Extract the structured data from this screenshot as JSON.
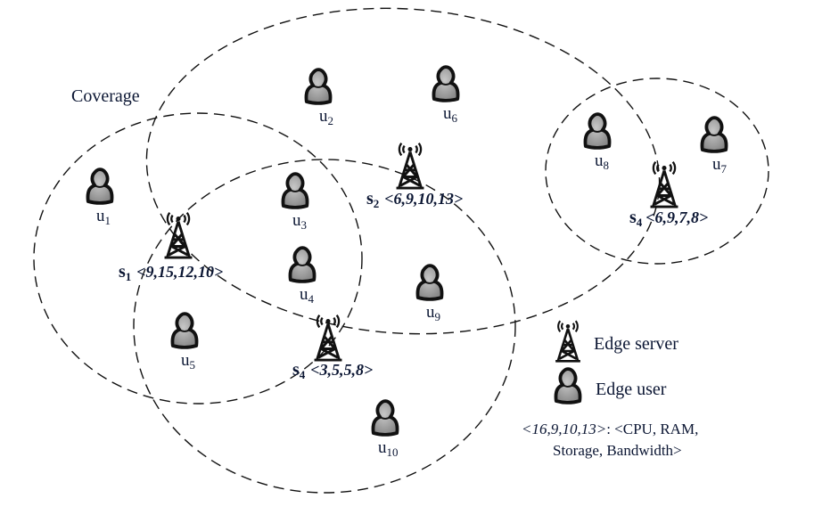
{
  "coverage_label": "Coverage",
  "users": [
    {
      "name": "u",
      "index": "1"
    },
    {
      "name": "u",
      "index": "2"
    },
    {
      "name": "u",
      "index": "3"
    },
    {
      "name": "u",
      "index": "4"
    },
    {
      "name": "u",
      "index": "5"
    },
    {
      "name": "u",
      "index": "6"
    },
    {
      "name": "u",
      "index": "7"
    },
    {
      "name": "u",
      "index": "8"
    },
    {
      "name": "u",
      "index": "9"
    },
    {
      "name": "u",
      "index": "10"
    }
  ],
  "servers": [
    {
      "name": "s",
      "index": "1",
      "resources": "<9,15,12,10>"
    },
    {
      "name": "s",
      "index": "2",
      "resources": "<6,9,10,13>"
    },
    {
      "name": "s",
      "index": "4",
      "resources": "<3,5,5,8>"
    },
    {
      "name": "s",
      "index": "4",
      "resources": "<6,9,7,8>"
    }
  ],
  "legend": {
    "server_label": "Edge server",
    "user_label": "Edge user",
    "example_values": "<16,9,10,13>",
    "example_desc_line1": ": <CPU, RAM,",
    "example_desc_line2": "Storage, Bandwidth>"
  }
}
